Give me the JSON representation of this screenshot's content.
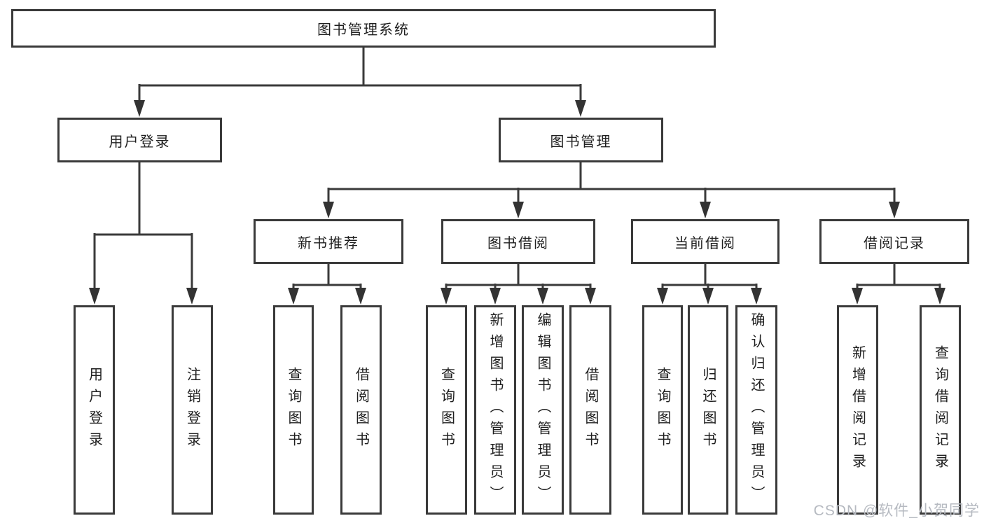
{
  "tree": {
    "label": "图书管理系统",
    "children": [
      {
        "label": "用户登录",
        "children": [
          {
            "label": "用户登录"
          },
          {
            "label": "注销登录"
          }
        ]
      },
      {
        "label": "图书管理",
        "children": [
          {
            "label": "新书推荐",
            "children": [
              {
                "label": "查询图书"
              },
              {
                "label": "借阅图书"
              }
            ]
          },
          {
            "label": "图书借阅",
            "children": [
              {
                "label": "查询图书"
              },
              {
                "label": "新增图书（管理员）"
              },
              {
                "label": "编辑图书（管理员）"
              },
              {
                "label": "借阅图书"
              }
            ]
          },
          {
            "label": "当前借阅",
            "children": [
              {
                "label": "查询图书"
              },
              {
                "label": "归还图书"
              },
              {
                "label": "确认归还（管理员）"
              }
            ]
          },
          {
            "label": "借阅记录",
            "children": [
              {
                "label": "新增借阅记录"
              },
              {
                "label": "查询借阅记录"
              }
            ]
          }
        ]
      }
    ]
  },
  "watermark": {
    "text": "CSDN @软件_小贺同学"
  },
  "colors": {
    "line": "#3a3a3a",
    "box_background": "#ffffff",
    "text": "#1f1f1f",
    "watermark": "#b6bac1"
  }
}
